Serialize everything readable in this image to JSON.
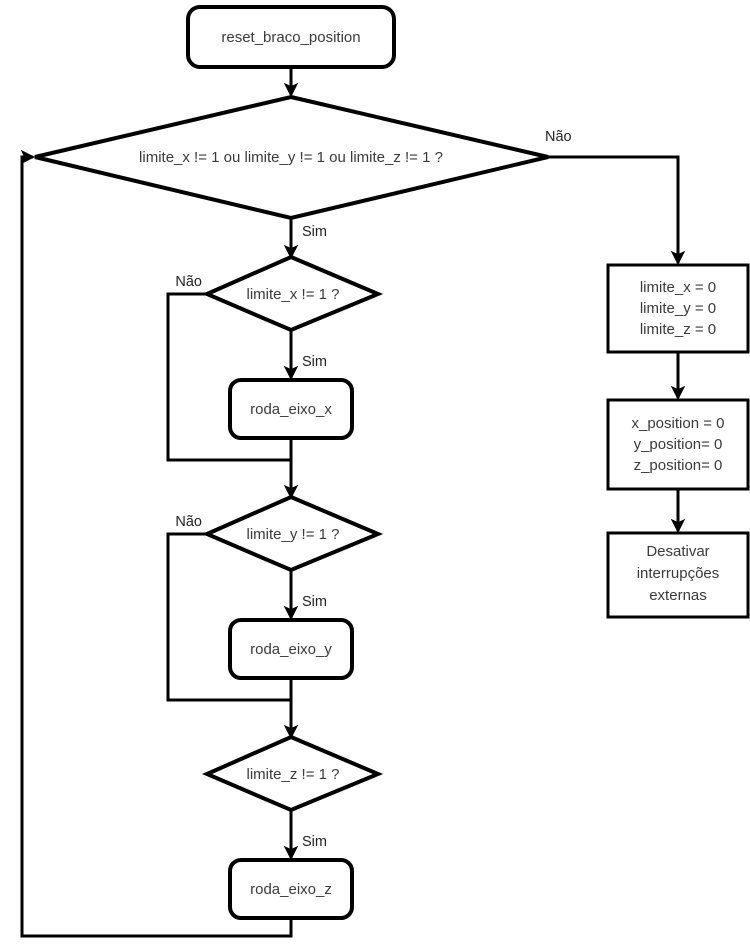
{
  "diagram": {
    "type": "flowchart",
    "language": "pt-BR",
    "title": "reset_braco_position",
    "background_color": "#ffffff",
    "stroke_color": "#000000",
    "text_color": "#3a3a3a"
  },
  "nodes": {
    "start": {
      "label": "reset_braco_position",
      "shape": "rounded-rect"
    },
    "main_decision": {
      "label": "limite_x != 1 ou limite_y != 1 ou limite_z != 1 ?",
      "shape": "diamond"
    },
    "decision_x": {
      "label": "limite_x != 1 ?",
      "shape": "diamond"
    },
    "process_x": {
      "label": "roda_eixo_x",
      "shape": "rounded-rect"
    },
    "decision_y": {
      "label": "limite_y != 1 ?",
      "shape": "diamond"
    },
    "process_y": {
      "label": "roda_eixo_y",
      "shape": "rounded-rect"
    },
    "decision_z": {
      "label": "limite_z != 1 ?",
      "shape": "diamond"
    },
    "process_z": {
      "label": "roda_eixo_z",
      "shape": "rounded-rect"
    },
    "reset_limits": {
      "shape": "rect",
      "lines": [
        "limite_x = 0",
        "limite_y = 0",
        "limite_z = 0"
      ],
      "line1": "limite_x = 0",
      "line2": "limite_y = 0",
      "line3": "limite_z = 0"
    },
    "reset_positions": {
      "shape": "rect",
      "lines": [
        "x_position = 0",
        "y_position= 0",
        "z_position= 0"
      ],
      "line1": "x_position = 0",
      "line2": "y_position= 0",
      "line3": "z_position= 0"
    },
    "disable_interrupts": {
      "shape": "rect",
      "lines": [
        "Desativar",
        "interrupções",
        "externas"
      ],
      "line1": "Desativar",
      "line2": "interrupções",
      "line3": "externas"
    }
  },
  "edge_labels": {
    "main_no": "Não",
    "main_yes": "Sim",
    "x_no": "Não",
    "x_yes": "Sim",
    "y_no": "Não",
    "y_yes": "Sim",
    "z_yes": "Sim"
  },
  "edges": [
    {
      "from": "start",
      "to": "main_decision",
      "label": ""
    },
    {
      "from": "main_decision",
      "to": "reset_limits",
      "label": "Não"
    },
    {
      "from": "main_decision",
      "to": "decision_x",
      "label": "Sim"
    },
    {
      "from": "decision_x",
      "to": "process_x",
      "label": "Sim"
    },
    {
      "from": "decision_x",
      "to": "decision_y",
      "label": "Não"
    },
    {
      "from": "process_x",
      "to": "decision_y",
      "label": ""
    },
    {
      "from": "decision_y",
      "to": "process_y",
      "label": "Sim"
    },
    {
      "from": "decision_y",
      "to": "decision_z",
      "label": "Não"
    },
    {
      "from": "process_y",
      "to": "decision_z",
      "label": ""
    },
    {
      "from": "decision_z",
      "to": "process_z",
      "label": "Sim"
    },
    {
      "from": "process_z",
      "to": "main_decision",
      "label": ""
    },
    {
      "from": "reset_limits",
      "to": "reset_positions",
      "label": ""
    },
    {
      "from": "reset_positions",
      "to": "disable_interrupts",
      "label": ""
    }
  ]
}
